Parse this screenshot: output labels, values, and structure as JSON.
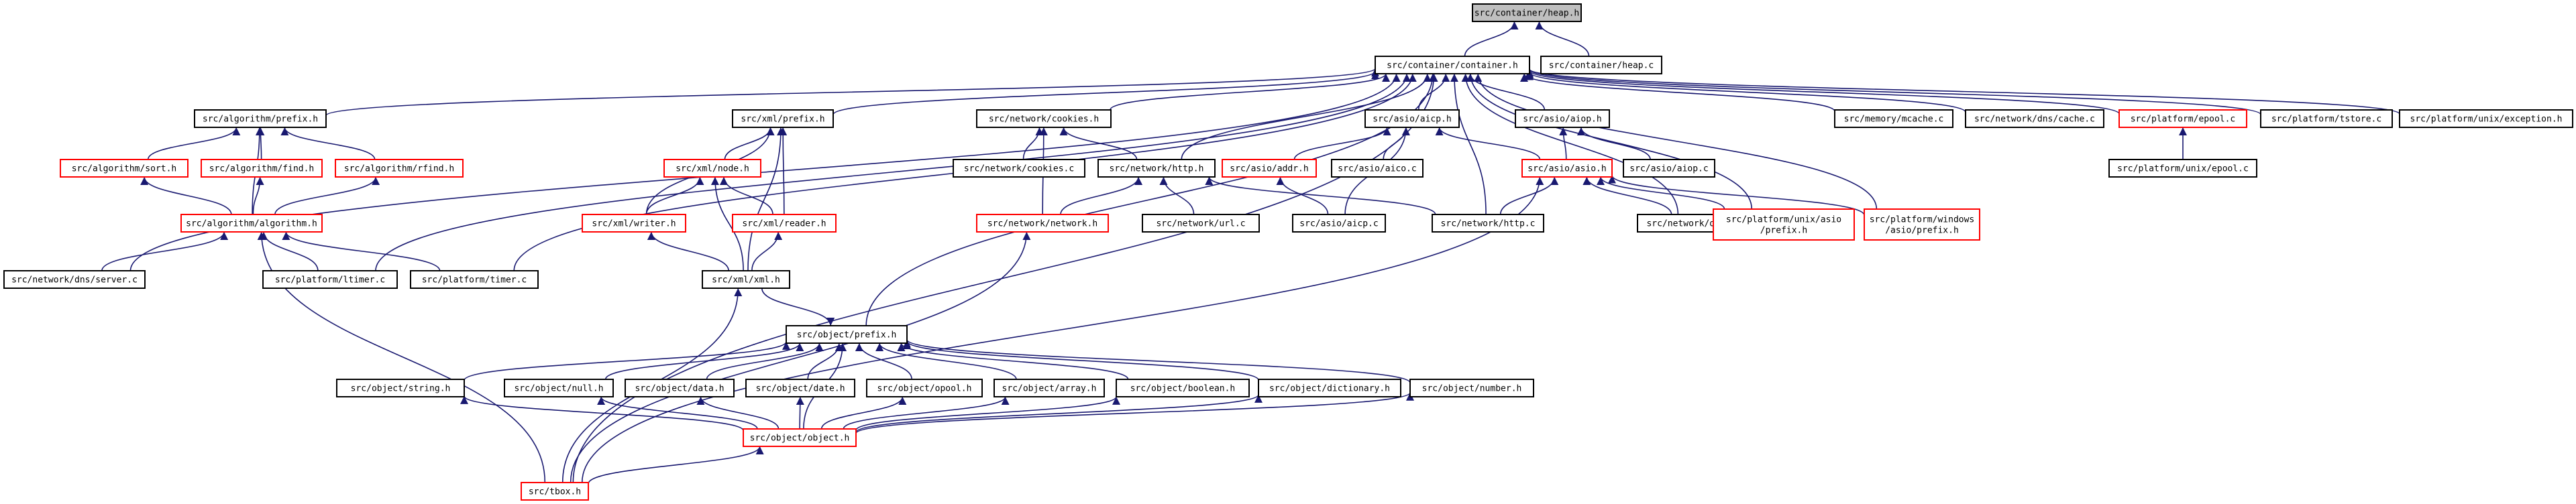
{
  "diagram": {
    "type": "include-dependency-graph",
    "colors": {
      "edge": "#191970",
      "root_fill": "#bfbfbf",
      "node_border_black": "#000000",
      "node_border_red": "#ff0000",
      "node_fill": "#ffffff"
    },
    "nodes": [
      {
        "id": "heap_h",
        "label": "src/container/heap.h",
        "border": "black",
        "fill": "root"
      },
      {
        "id": "heap_c",
        "label": "src/container/heap.c",
        "border": "black"
      },
      {
        "id": "container_h",
        "label": "src/container/container.h",
        "border": "black"
      },
      {
        "id": "algo_prefix",
        "label": "src/algorithm/prefix.h",
        "border": "black"
      },
      {
        "id": "algo_sort",
        "label": "src/algorithm/sort.h",
        "border": "red"
      },
      {
        "id": "algo_find",
        "label": "src/algorithm/find.h",
        "border": "red"
      },
      {
        "id": "algo_rfind",
        "label": "src/algorithm/rfind.h",
        "border": "red"
      },
      {
        "id": "algo_algorithm",
        "label": "src/algorithm/algorithm.h",
        "border": "red"
      },
      {
        "id": "dns_server",
        "label": "src/network/dns/server.c",
        "border": "black"
      },
      {
        "id": "ltimer",
        "label": "src/platform/ltimer.c",
        "border": "black"
      },
      {
        "id": "timer",
        "label": "src/platform/timer.c",
        "border": "black"
      },
      {
        "id": "xml_prefix",
        "label": "src/xml/prefix.h",
        "border": "black"
      },
      {
        "id": "xml_node",
        "label": "src/xml/node.h",
        "border": "red"
      },
      {
        "id": "xml_writer",
        "label": "src/xml/writer.h",
        "border": "red"
      },
      {
        "id": "xml_reader",
        "label": "src/xml/reader.h",
        "border": "red"
      },
      {
        "id": "xml_xml",
        "label": "src/xml/xml.h",
        "border": "black"
      },
      {
        "id": "net_cookies_h",
        "label": "src/network/cookies.h",
        "border": "black"
      },
      {
        "id": "net_cookies_c",
        "label": "src/network/cookies.c",
        "border": "black"
      },
      {
        "id": "net_http_h",
        "label": "src/network/http.h",
        "border": "black"
      },
      {
        "id": "net_network",
        "label": "src/network/network.h",
        "border": "red"
      },
      {
        "id": "net_url",
        "label": "src/network/url.c",
        "border": "black"
      },
      {
        "id": "asio_aicp_h",
        "label": "src/asio/aicp.h",
        "border": "black"
      },
      {
        "id": "asio_addr",
        "label": "src/asio/addr.h",
        "border": "red"
      },
      {
        "id": "asio_aico",
        "label": "src/asio/aico.c",
        "border": "black"
      },
      {
        "id": "asio_aicp_c",
        "label": "src/asio/aicp.c",
        "border": "black"
      },
      {
        "id": "asio_aiop_h",
        "label": "src/asio/aiop.h",
        "border": "black"
      },
      {
        "id": "asio_asio",
        "label": "src/asio/asio.h",
        "border": "red"
      },
      {
        "id": "asio_aiop_c",
        "label": "src/asio/aiop.c",
        "border": "black"
      },
      {
        "id": "net_http_c",
        "label": "src/network/http.c",
        "border": "black"
      },
      {
        "id": "dns_c",
        "label": "src/network/dns.c",
        "border": "black"
      },
      {
        "id": "unix_asio",
        "label": "src/platform/unix/asio\n/prefix.h",
        "border": "red"
      },
      {
        "id": "win_asio",
        "label": "src/platform/windows\n/asio/prefix.h",
        "border": "red"
      },
      {
        "id": "mem_mcache",
        "label": "src/memory/mcache.c",
        "border": "black"
      },
      {
        "id": "dns_cache",
        "label": "src/network/dns/cache.c",
        "border": "black"
      },
      {
        "id": "epool_c",
        "label": "src/platform/epool.c",
        "border": "red"
      },
      {
        "id": "unix_epool",
        "label": "src/platform/unix/epool.c",
        "border": "black"
      },
      {
        "id": "tstore",
        "label": "src/platform/tstore.c",
        "border": "black"
      },
      {
        "id": "unix_exception",
        "label": "src/platform/unix/exception.h",
        "border": "black"
      },
      {
        "id": "obj_prefix",
        "label": "src/object/prefix.h",
        "border": "black"
      },
      {
        "id": "obj_string",
        "label": "src/object/string.h",
        "border": "black"
      },
      {
        "id": "obj_null",
        "label": "src/object/null.h",
        "border": "black"
      },
      {
        "id": "obj_data",
        "label": "src/object/data.h",
        "border": "black"
      },
      {
        "id": "obj_date",
        "label": "src/object/date.h",
        "border": "black"
      },
      {
        "id": "obj_opool",
        "label": "src/object/opool.h",
        "border": "black"
      },
      {
        "id": "obj_array",
        "label": "src/object/array.h",
        "border": "black"
      },
      {
        "id": "obj_boolean",
        "label": "src/object/boolean.h",
        "border": "black"
      },
      {
        "id": "obj_dictionary",
        "label": "src/object/dictionary.h",
        "border": "black"
      },
      {
        "id": "obj_number",
        "label": "src/object/number.h",
        "border": "black"
      },
      {
        "id": "obj_object",
        "label": "src/object/object.h",
        "border": "red"
      },
      {
        "id": "tbox",
        "label": "src/tbox.h",
        "border": "red"
      }
    ],
    "edges": [
      [
        "heap_c",
        "heap_h"
      ],
      [
        "container_h",
        "heap_h"
      ],
      [
        "algo_prefix",
        "container_h"
      ],
      [
        "dns_server",
        "container_h"
      ],
      [
        "ltimer",
        "container_h"
      ],
      [
        "timer",
        "container_h"
      ],
      [
        "xml_prefix",
        "container_h"
      ],
      [
        "net_cookies_h",
        "container_h"
      ],
      [
        "net_http_h",
        "container_h"
      ],
      [
        "asio_aicp_h",
        "container_h"
      ],
      [
        "asio_aiop_h",
        "container_h"
      ],
      [
        "net_http_c",
        "container_h"
      ],
      [
        "dns_c",
        "container_h"
      ],
      [
        "unix_asio",
        "container_h"
      ],
      [
        "win_asio",
        "container_h"
      ],
      [
        "mem_mcache",
        "container_h"
      ],
      [
        "dns_cache",
        "container_h"
      ],
      [
        "epool_c",
        "container_h"
      ],
      [
        "tstore",
        "container_h"
      ],
      [
        "unix_exception",
        "container_h"
      ],
      [
        "obj_prefix",
        "container_h"
      ],
      [
        "tbox",
        "container_h"
      ],
      [
        "algo_sort",
        "algo_prefix"
      ],
      [
        "algo_find",
        "algo_prefix"
      ],
      [
        "algo_rfind",
        "algo_prefix"
      ],
      [
        "algo_algorithm",
        "algo_prefix"
      ],
      [
        "algo_algorithm",
        "algo_sort"
      ],
      [
        "algo_algorithm",
        "algo_find"
      ],
      [
        "algo_algorithm",
        "algo_rfind"
      ],
      [
        "dns_server",
        "algo_algorithm"
      ],
      [
        "ltimer",
        "algo_algorithm"
      ],
      [
        "timer",
        "algo_algorithm"
      ],
      [
        "tbox",
        "algo_algorithm"
      ],
      [
        "xml_node",
        "xml_prefix"
      ],
      [
        "xml_writer",
        "xml_prefix"
      ],
      [
        "xml_reader",
        "xml_prefix"
      ],
      [
        "xml_xml",
        "xml_prefix"
      ],
      [
        "xml_writer",
        "xml_node"
      ],
      [
        "xml_reader",
        "xml_node"
      ],
      [
        "xml_xml",
        "xml_node"
      ],
      [
        "xml_xml",
        "xml_writer"
      ],
      [
        "xml_xml",
        "xml_reader"
      ],
      [
        "tbox",
        "xml_xml"
      ],
      [
        "net_cookies_c",
        "net_cookies_h"
      ],
      [
        "net_http_h",
        "net_cookies_h"
      ],
      [
        "net_network",
        "net_cookies_h"
      ],
      [
        "net_network",
        "net_http_h"
      ],
      [
        "net_url",
        "net_http_h"
      ],
      [
        "net_http_c",
        "net_http_h"
      ],
      [
        "tbox",
        "net_network"
      ],
      [
        "asio_addr",
        "asio_aicp_h"
      ],
      [
        "asio_aico",
        "asio_aicp_h"
      ],
      [
        "asio_aicp_c",
        "asio_aicp_h"
      ],
      [
        "asio_asio",
        "asio_aicp_h"
      ],
      [
        "asio_aicp_c",
        "asio_addr"
      ],
      [
        "asio_asio",
        "asio_aiop_h"
      ],
      [
        "asio_aiop_c",
        "asio_aiop_h"
      ],
      [
        "net_http_c",
        "asio_asio"
      ],
      [
        "dns_c",
        "asio_asio"
      ],
      [
        "unix_asio",
        "asio_asio"
      ],
      [
        "win_asio",
        "asio_asio"
      ],
      [
        "tbox",
        "asio_asio"
      ],
      [
        "unix_epool",
        "epool_c"
      ],
      [
        "obj_string",
        "obj_prefix"
      ],
      [
        "obj_null",
        "obj_prefix"
      ],
      [
        "obj_data",
        "obj_prefix"
      ],
      [
        "obj_date",
        "obj_prefix"
      ],
      [
        "obj_opool",
        "obj_prefix"
      ],
      [
        "obj_array",
        "obj_prefix"
      ],
      [
        "obj_boolean",
        "obj_prefix"
      ],
      [
        "obj_dictionary",
        "obj_prefix"
      ],
      [
        "obj_number",
        "obj_prefix"
      ],
      [
        "obj_object",
        "obj_prefix"
      ],
      [
        "xml_xml",
        "obj_prefix"
      ],
      [
        "obj_object",
        "obj_string"
      ],
      [
        "obj_object",
        "obj_null"
      ],
      [
        "obj_object",
        "obj_data"
      ],
      [
        "obj_object",
        "obj_date"
      ],
      [
        "obj_object",
        "obj_opool"
      ],
      [
        "obj_object",
        "obj_array"
      ],
      [
        "obj_object",
        "obj_boolean"
      ],
      [
        "obj_object",
        "obj_dictionary"
      ],
      [
        "obj_object",
        "obj_number"
      ],
      [
        "tbox",
        "obj_object"
      ]
    ]
  }
}
